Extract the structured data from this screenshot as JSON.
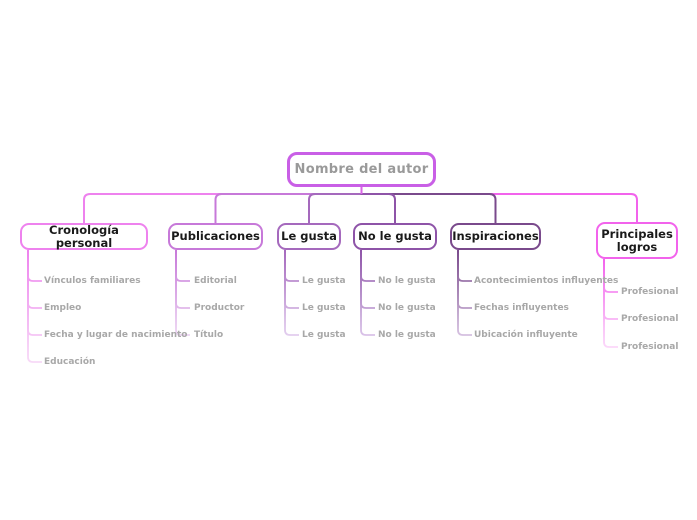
{
  "root": {
    "label": "Nombre del autor"
  },
  "branches": [
    {
      "label": "Cronología personal",
      "color": "#ee82ee",
      "items": [
        "Vínculos familiares",
        "Empleo",
        "Fecha y lugar de nacimiento",
        "Educación"
      ]
    },
    {
      "label": "Publicaciones",
      "color": "#c779d9",
      "items": [
        "Editorial",
        "Productor",
        "Título"
      ]
    },
    {
      "label": "Le gusta",
      "color": "#a569bd",
      "items": [
        "Le gusta",
        "Le gusta",
        "Le gusta"
      ]
    },
    {
      "label": "No le gusta",
      "color": "#8e54a8",
      "items": [
        "No le gusta",
        "No le gusta",
        "No le gusta"
      ]
    },
    {
      "label": "Inspiraciones",
      "color": "#7a4a8c",
      "items": [
        "Acontecimientos influyentes",
        "Fechas influyentes",
        "Ubicación influyente"
      ]
    },
    {
      "label": "Principales logros",
      "color": "#f263ec",
      "items": [
        "Profesional",
        "Profesional",
        "Profesional"
      ]
    }
  ],
  "colors": {
    "background": "#ffffff",
    "root_border": "#c95fe6",
    "root_text": "#9a9a9a",
    "branch_text": "#1a1a1a",
    "subtopic_text": "#a8a8a8"
  }
}
